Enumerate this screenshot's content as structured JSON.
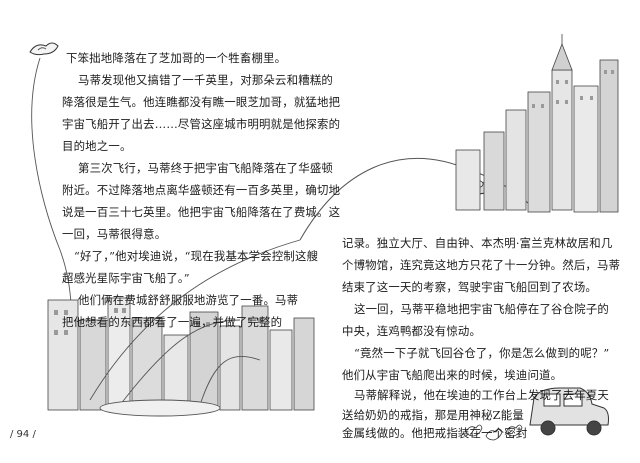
{
  "page_number": "/ 94 /",
  "left_column": [
    "下笨拙地降落在了芝加哥的一个牲畜棚里。",
    "马蒂发现他又搞错了一千英里，对那朵云和糟糕的",
    "降落很是生气。他连瞧都没有瞧一眼芝加哥，就猛地把",
    "宇宙飞船开了出去……尽管这座城市明明就是他探索的",
    "目的地之一。",
    "第三次飞行，马蒂终于把宇宙飞船降落在了华盛顿",
    "附近。不过降落地点离华盛顿还有一百多英里，确切地",
    "说是一百三十七英里。他把宇宙飞船降落在了费城。这",
    "一回，马蒂很得意。",
    "“好了，”他对埃迪说，“现在我基本学会控制这艘",
    "超感光星际宇宙飞船了。”",
    "他们俩在费城舒舒服服地游览了一番。马蒂",
    "把他想看的东西都看了一遍，并做了完整的"
  ],
  "right_column": [
    "记录。独立大厅、自由钟、本杰明·富兰克林故居和几",
    "个博物馆，连究竟这地方只花了十一分钟。然后，马蒂",
    "结束了这一天的考察，驾驶宇宙飞船回到了农场。",
    "这一回，马蒂平稳地把宇宙飞船停在了谷仓院子的",
    "中央，连鸡鸭都没有惊动。",
    "“竟然一下子就飞回谷仓了，你是怎么做到的呢？”",
    "他们从宇宙飞船爬出来的时候，埃迪问道。",
    "马蒂解释说，他在埃迪的工作台上发现了去年夏天",
    "送给奶奶的戒指，那是用神秘Z能量",
    "金属线做的。他把戒指装在一个密封"
  ]
}
